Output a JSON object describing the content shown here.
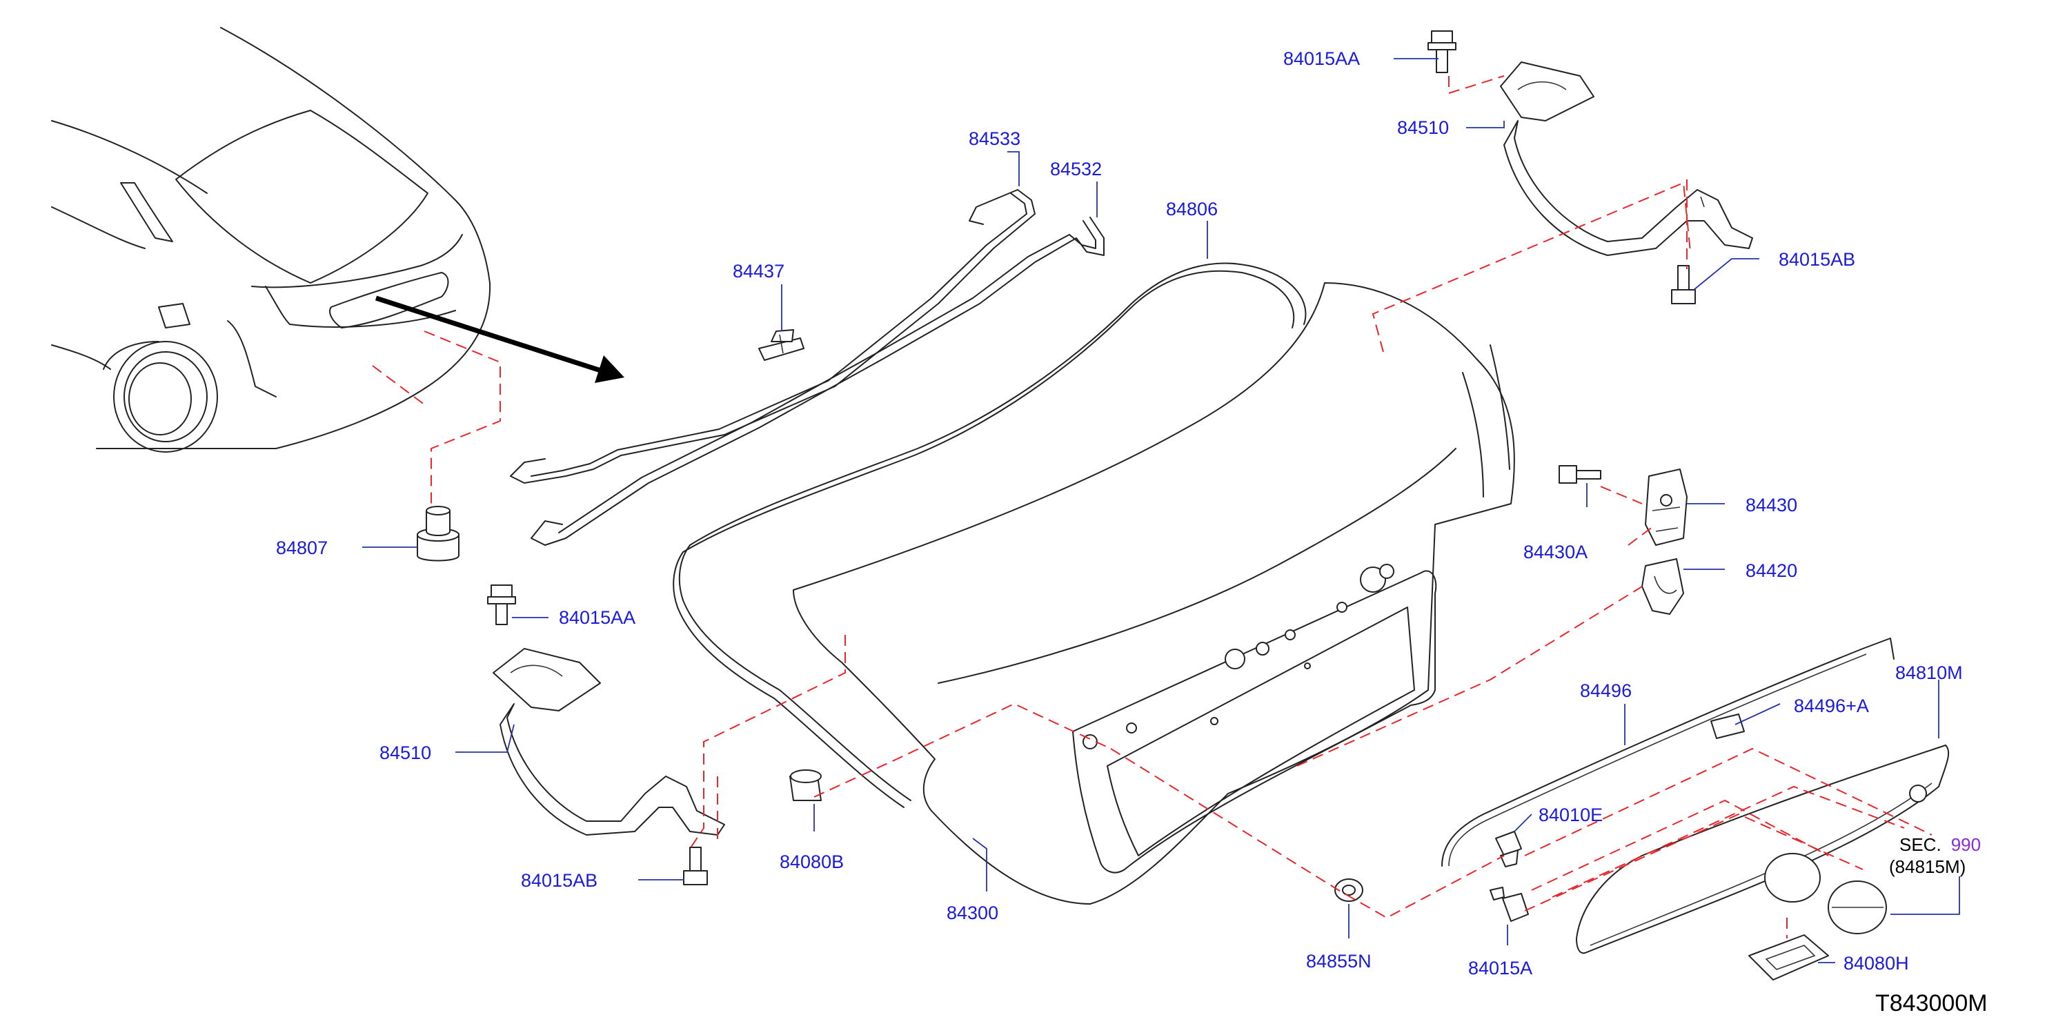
{
  "diagram_code": "T843000M",
  "part_labels": {
    "p84015AA_top": "84015AA",
    "p84510_top": "84510",
    "p84533": "84533",
    "p84532": "84532",
    "p84806": "84806",
    "p84437": "84437",
    "p84015AB_right": "84015AB",
    "p84807": "84807",
    "p84430": "84430",
    "p84430A": "84430A",
    "p84420": "84420",
    "p84015AA_left": "84015AA",
    "p84496": "84496",
    "p84810M": "84810M",
    "p84496A": "84496+A",
    "p84510_left": "84510",
    "p84010E": "84010E",
    "p84015AB_left": "84015AB",
    "p84080B": "84080B",
    "p84300": "84300",
    "p84855N": "84855N",
    "p84015A": "84015A",
    "p84080H": "84080H"
  },
  "section_ref": {
    "prefix": "SEC.",
    "number": "990",
    "subpart": "(84815M)"
  },
  "colors": {
    "label": "#1a1adc",
    "dashed_guide": "#e8262b",
    "section_number": "#8a2be2",
    "line_art": "#222222"
  }
}
